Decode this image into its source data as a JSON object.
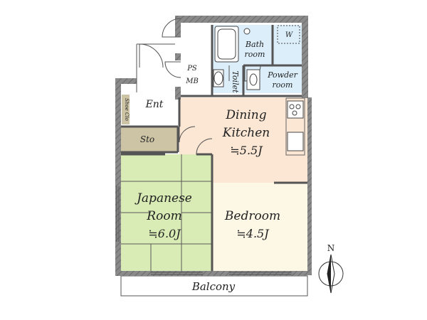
{
  "rooms": {
    "dining_kitchen": {
      "line1": "Dining",
      "line2": "Kitchen",
      "area": "≒5.5J"
    },
    "japanese_room": {
      "line1": "Japanese",
      "line2": "Room",
      "area": "≒6.0J"
    },
    "bedroom": {
      "line1": "Bedroom",
      "area": "≒4.5J"
    },
    "bath_room": {
      "line1": "Bath",
      "line2": "room"
    },
    "powder_room": {
      "line1": "Powder",
      "line2": "room"
    },
    "toilet": {
      "label": "Toilet"
    },
    "entrance": {
      "label": "Ent"
    },
    "storage": {
      "label": "Sto"
    },
    "shoe_closet": {
      "label": "Shoe Clo"
    },
    "ps": {
      "label": "PS"
    },
    "mb": {
      "label": "MB"
    },
    "washer": {
      "label": "W"
    },
    "balcony": {
      "label": "Balcony"
    }
  },
  "compass": {
    "label": "N"
  },
  "colors": {
    "wall": "#7a7a7a",
    "kitchen_floor": "#fbe7d4",
    "bedroom_floor": "#fdf7e6",
    "tatami": "#d9ecb5",
    "storage": "#cdc4a6",
    "wet_area": "#dbeefa",
    "line": "#333333"
  }
}
